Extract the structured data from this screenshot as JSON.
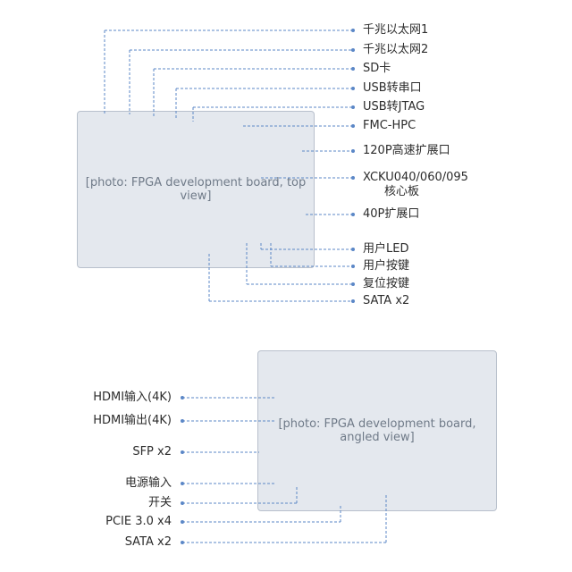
{
  "top_board": {
    "image_label": "[photo: FPGA development board, top view]",
    "callouts": [
      "千兆以太网1",
      "千兆以太网2",
      "SD卡",
      "USB转串口",
      "USB转JTAG",
      "FMC-HPC",
      "120P高速扩展口",
      "XCKU040/060/095",
      "核心板",
      "40P扩展口",
      "用户LED",
      "用户按键",
      "复位按键",
      "SATA x2"
    ]
  },
  "bottom_board": {
    "image_label": "[photo: FPGA development board, angled view]",
    "callouts": [
      "HDMI输入(4K)",
      "HDMI输出(4K)",
      "SFP x2",
      "电源输入",
      "开关",
      "PCIE 3.0 x4",
      "SATA x2"
    ]
  },
  "colors": {
    "callout_line": "#5b87c7",
    "dot": "#5b87c7",
    "text": "#2c2c2c"
  }
}
